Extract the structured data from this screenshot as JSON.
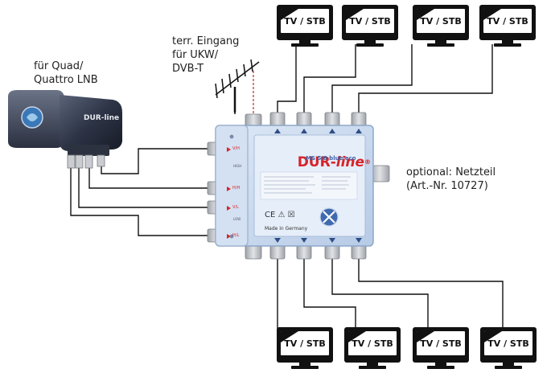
{
  "labels": {
    "lnb": "für Quad/\nQuattro LNB",
    "terr": "terr. Eingang\nfür UKW/\nDVB-T",
    "psu": "optional: Netzteil\n(Art.-Nr. 10727)"
  },
  "tv_label": "TV / STB",
  "tvs_top": [
    "TV / STB",
    "TV / STB",
    "TV / STB",
    "TV / STB"
  ],
  "tvs_bottom": [
    "TV / STB",
    "TV / STB",
    "TV / STB",
    "TV / STB"
  ],
  "switch": {
    "brand_dur": "DUR-",
    "brand_line": "line",
    "reg": "®",
    "model": "MS 5/8 blue eco",
    "footer": "Made in Germany",
    "inputs": [
      "V/H",
      "H/H",
      "V/L",
      "H/L"
    ],
    "side_texts": [
      "HIGH",
      "LOW"
    ],
    "marks": "CE ⚠ ☒"
  },
  "lnb_brand": "DUR-line",
  "colors": {
    "switch_body": "#c9d9ee",
    "switch_border": "#8ea7c8",
    "switch_blue": "#6c93c8",
    "brand_red": "#d7232a",
    "port_metal": "#b9bcc0",
    "cable": "#111111",
    "antenna_dash": "#c0262a"
  }
}
